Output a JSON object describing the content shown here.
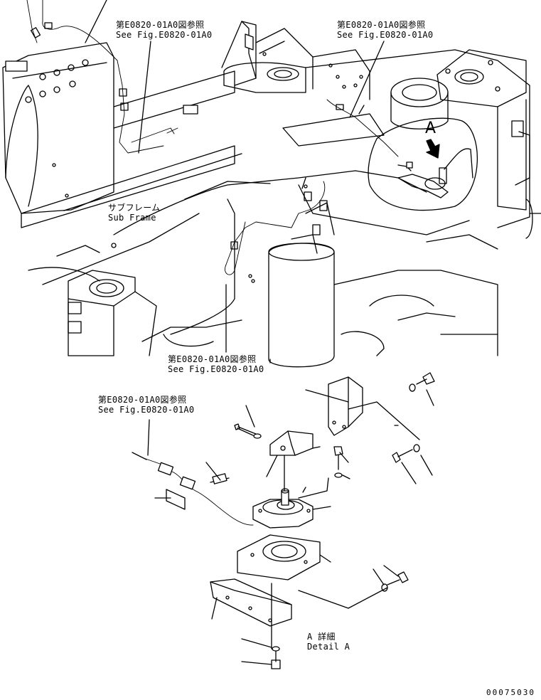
{
  "references": [
    {
      "ja": "第E0820-01A0図参照",
      "en": "See Fig.E0820-01A0"
    },
    {
      "ja": "第E0820-01A0図参照",
      "en": "See Fig.E0820-01A0"
    },
    {
      "ja": "第E0820-01A0図参照",
      "en": "See Fig.E0820-01A0"
    },
    {
      "ja": "第E0820-01A0図参照",
      "en": "See Fig.E0820-01A0"
    }
  ],
  "sub_frame": {
    "ja": "サブフレーム",
    "en": "Sub Frame"
  },
  "detail": {
    "ja": "A 詳細",
    "en": "Detail A",
    "marker": "A"
  },
  "catalog_number": "00075030"
}
